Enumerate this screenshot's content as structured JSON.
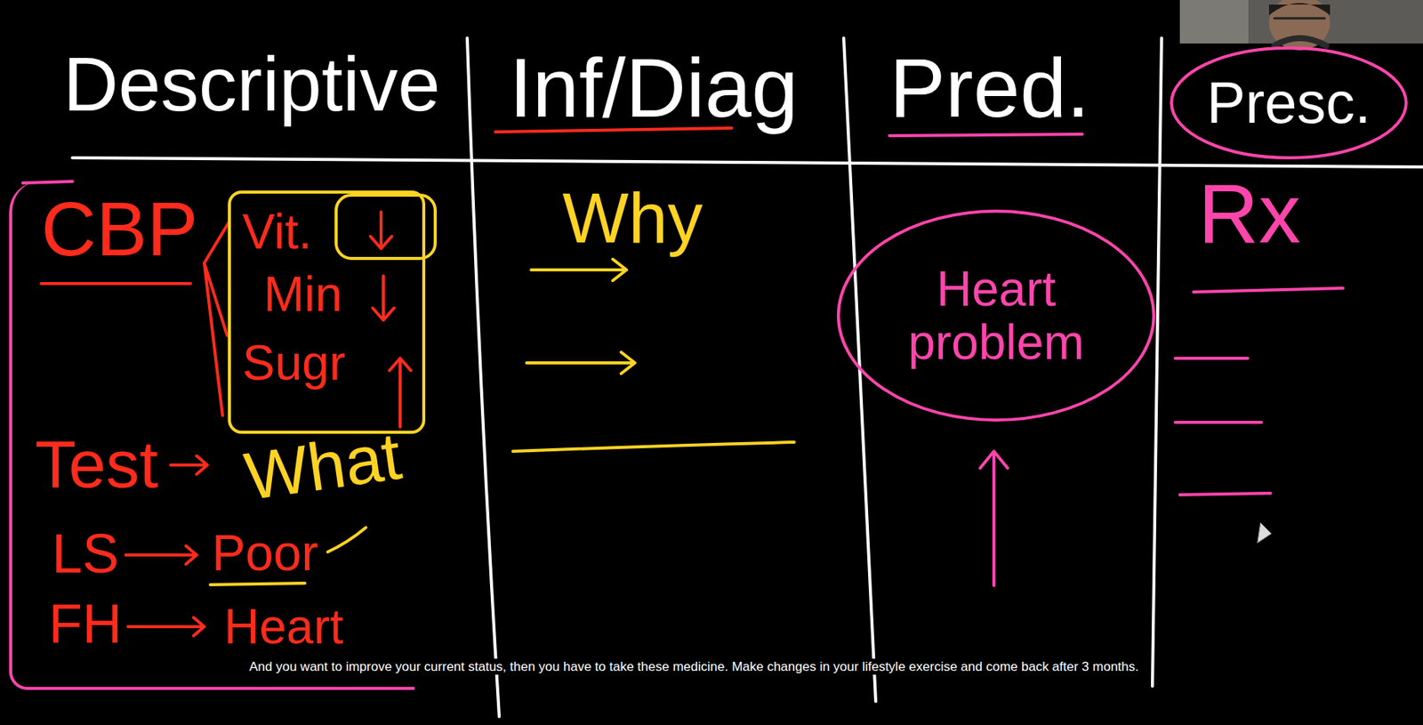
{
  "diagram": {
    "nodes": [
      {
        "text": [
          "CBP",
          "Test",
          "What",
          "LS",
          "Poor",
          "FH",
          "Heart"
        ]
      },
      {
        "text": [
          "Vit.",
          "Min",
          "Sugr"
        ],
        "in": 0
      },
      {
        "text": [
          "Heart problem"
        ]
      },
      {
        "text": [
          "Presc."
        ]
      }
    ],
    "labels": [
      "Descriptive",
      "Inf/Diag",
      "Pred.",
      "Why",
      "Rx",
      "And you want to improve your current status, then you have to take these medicine. Make changes in your lifestyle exercise and come back after 3 months."
    ]
  }
}
